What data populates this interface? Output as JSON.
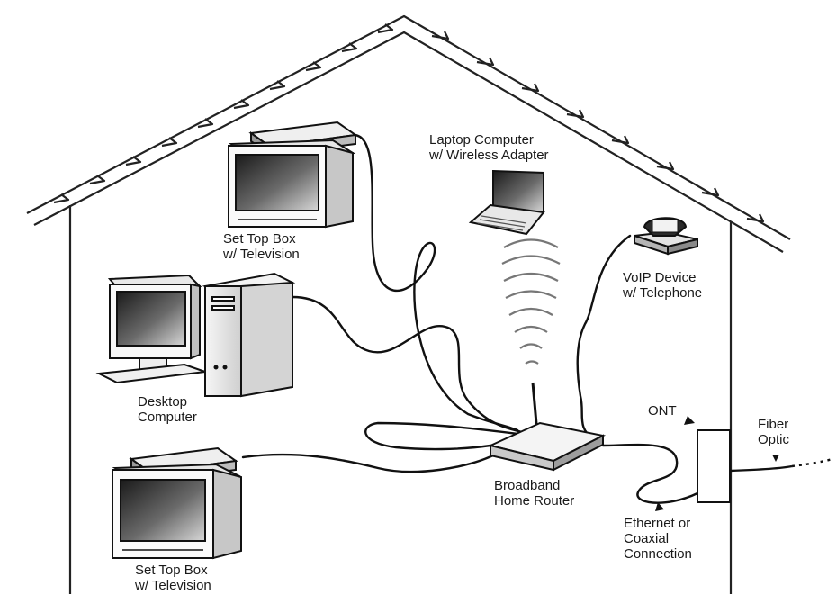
{
  "labels": {
    "set_top_box_upper": [
      "Set Top Box",
      "w/ Television"
    ],
    "laptop": [
      "Laptop Computer",
      "w/ Wireless Adapter"
    ],
    "voip": [
      "VoIP Device",
      "w/ Telephone"
    ],
    "desktop": [
      "Desktop",
      "Computer"
    ],
    "ont": "ONT",
    "fiber": [
      "Fiber",
      "Optic"
    ],
    "router": [
      "Broadband",
      "Home Router"
    ],
    "ethernet": [
      "Ethernet or",
      "Coaxial",
      "Connection"
    ],
    "set_top_box_lower": [
      "Set Top Box",
      "w/ Television"
    ]
  }
}
